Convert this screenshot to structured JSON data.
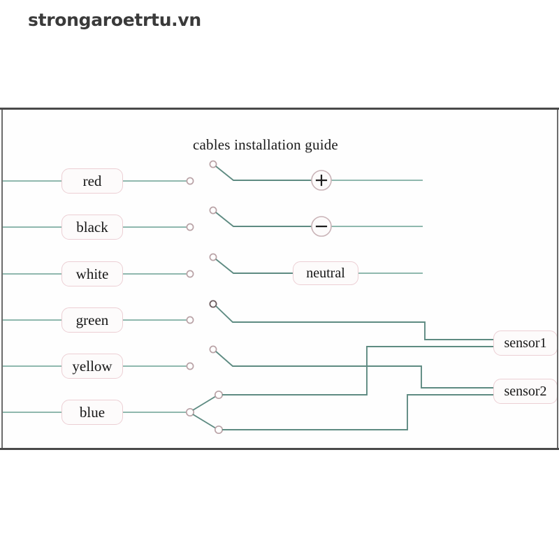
{
  "watermark": {
    "text": "strongaroetrtu.vn"
  },
  "diagram": {
    "title": "cables installation guide",
    "colors": {
      "wire": "#6fa79b",
      "wire_dark": "#4f7f76",
      "pill_border": "#eccfd4",
      "pill_fill": "#fdfbfb",
      "node_stroke": "#b9a2a6",
      "panel_border": "#4a4a4a",
      "text": "#161616"
    },
    "cable_labels": [
      {
        "id": "red",
        "label": "red"
      },
      {
        "id": "black",
        "label": "black"
      },
      {
        "id": "white",
        "label": "white"
      },
      {
        "id": "green",
        "label": "green"
      },
      {
        "id": "yellow",
        "label": "yellow"
      },
      {
        "id": "blue",
        "label": "blue"
      }
    ],
    "terminals": [
      {
        "id": "plus",
        "label": "+",
        "kind": "circle"
      },
      {
        "id": "minus",
        "label": "−",
        "kind": "circle"
      },
      {
        "id": "neutral",
        "label": "neutral",
        "kind": "pill"
      },
      {
        "id": "sensor1",
        "label": "sensor1",
        "kind": "pill"
      },
      {
        "id": "sensor2",
        "label": "sensor2",
        "kind": "pill"
      }
    ],
    "connections": [
      {
        "from": "red",
        "to": "plus"
      },
      {
        "from": "black",
        "to": "minus"
      },
      {
        "from": "white",
        "to": "neutral"
      },
      {
        "from": "green",
        "to": "sensor1"
      },
      {
        "from": "yellow",
        "to": "sensor2"
      },
      {
        "from": "blue",
        "to": "sensor1"
      },
      {
        "from": "blue",
        "to": "sensor2"
      }
    ]
  }
}
